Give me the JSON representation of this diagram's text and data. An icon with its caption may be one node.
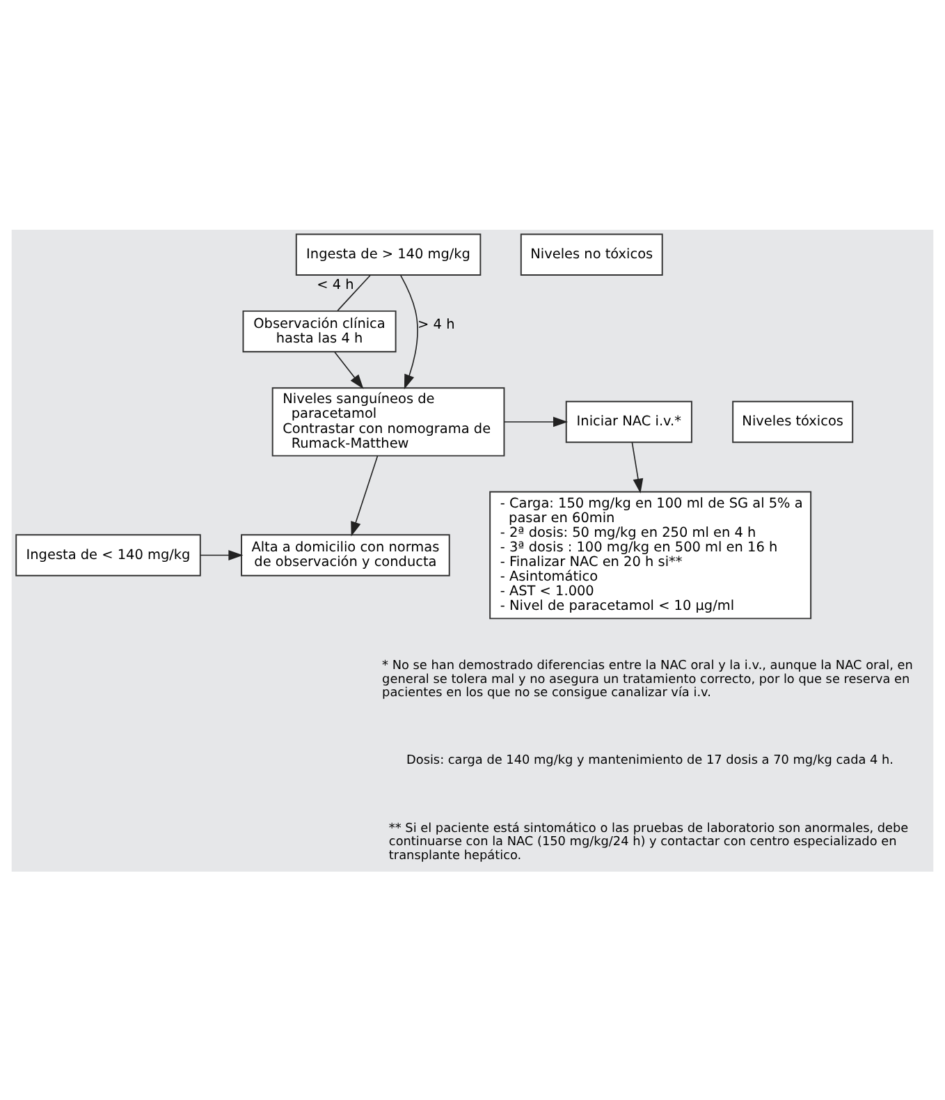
{
  "diagram": {
    "nodes": [
      {
        "text": [
          "Ingesta de < 140 mg/kg"
        ]
      },
      {
        "text": [
          "Alta a domicilio con normas de observación y conducta"
        ]
      },
      {
        "text": [
          "Ingesta de > 140 mg/kg"
        ]
      },
      {
        "text": [
          "Niveles no tóxicos"
        ]
      },
      {
        "text": [
          "Observación clínica hasta las 4 h"
        ]
      },
      {
        "text": [
          "Niveles sanguíneos de paracetamol",
          "Contrastar con nomograma de Rumack-Matthew"
        ]
      },
      {
        "text": [
          "Iniciar NAC i.v.*"
        ]
      },
      {
        "text": [
          "Niveles tóxicos"
        ]
      },
      {
        "text": [
          "- Carga: 150 mg/kg en 100 ml de SG al 5% a pasar en 60min",
          "- 2ª dosis: 50 mg/kg en 250 ml en 4 h",
          "- 3ª dosis : 100 mg/kg en 500 ml en 16 h",
          "- Finalizar NAC en 20 h si**",
          "- Asintomático",
          "- AST < 1.000",
          "- Nivel de paracetamol < 10 µg/ml"
        ]
      }
    ],
    "edges": [
      {
        "from": 0,
        "to": 1,
        "arrow": "to"
      },
      {
        "from": 2,
        "to": 5,
        "arrow": "to",
        "label": "> 4 h"
      },
      {
        "from": 2,
        "to": 4,
        "arrow": "none",
        "label": "< 4 h"
      },
      {
        "from": 4,
        "to": 5,
        "arrow": "to"
      },
      {
        "from": 5,
        "to": 1,
        "arrow": "to"
      },
      {
        "from": 5,
        "to": 6,
        "arrow": "to"
      },
      {
        "from": 6,
        "to": 8,
        "arrow": "to"
      }
    ],
    "labels": [
      "* No se han demostrado diferencias entre la NAC oral y la i.v., aunque la NAC oral, en general se tolera mal y no asegura un tratamiento correcto, por lo que se reserva en pacientes en los que no se consigue canalizar vía i.v.",
      "Dosis: carga de 140 mg/kg y mantenimiento de 17 dosis a 70 mg/kg cada 4 h.",
      "** Si el paciente está sintomático o las pruebas de laboratorio son anormales, debe continuarse con la NAC (150 mg/kg/24 h) y contactar con centro especializado en transplante hepático."
    ]
  }
}
